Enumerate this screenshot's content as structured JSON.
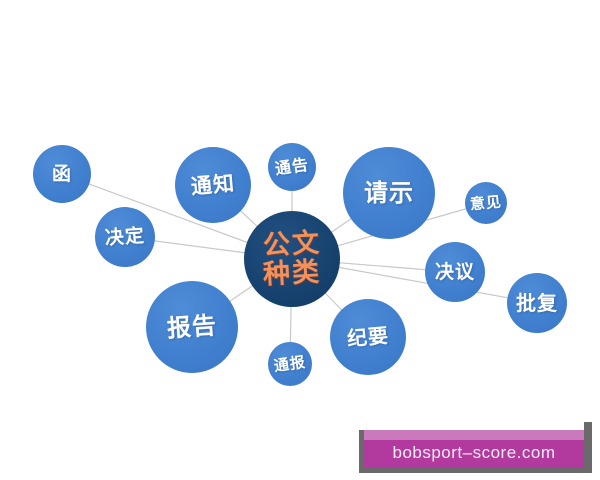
{
  "diagram": {
    "center": {
      "line1": "公文",
      "line2": "种类"
    },
    "nodes": [
      {
        "label": "函"
      },
      {
        "label": "决定"
      },
      {
        "label": "通知"
      },
      {
        "label": "通告"
      },
      {
        "label": "请示"
      },
      {
        "label": "意见"
      },
      {
        "label": "决议"
      },
      {
        "label": "批复"
      },
      {
        "label": "报告"
      },
      {
        "label": "通报"
      },
      {
        "label": "纪要"
      }
    ]
  },
  "watermark": {
    "text": "bobsport–score.com"
  },
  "colors": {
    "node_blue": "#4180cf",
    "center_navy": "#17426f",
    "center_text_orange": "#f2925a",
    "node_text_white": "#ffffff",
    "connector_gray": "#c9c9c9",
    "watermark_magenta": "#b23a9e",
    "watermark_light_pink": "#ca79bd",
    "watermark_gray": "#6a6a6a"
  }
}
